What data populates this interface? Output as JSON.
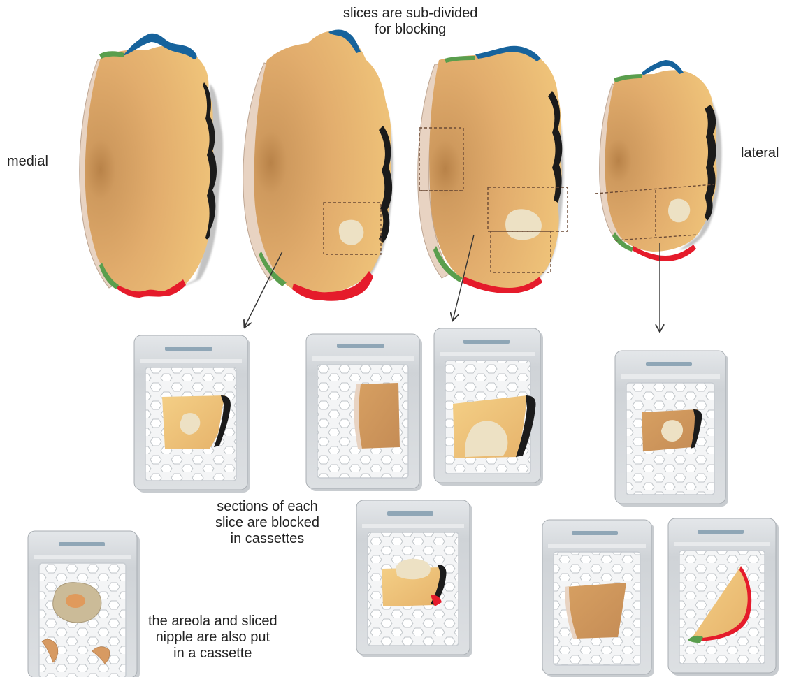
{
  "labels": {
    "top_caption": [
      "slices are sub-divided",
      "for blocking"
    ],
    "medial": "medial",
    "lateral": "lateral",
    "cassette_caption": [
      "sections of each",
      "slice are blocked",
      "in cassettes"
    ],
    "areola_caption": [
      "the areola and sliced",
      "nipple are also put",
      "in a cassette"
    ]
  },
  "colors": {
    "tissue": "#e3b06d",
    "tissue_dark": "#c98e57",
    "tissue_light": "#f2c87e",
    "lesion": "#ede1c4",
    "margin_superior": "#17639c",
    "margin_inferior": "#e51b2b",
    "margin_green": "#5a9e4d",
    "margin_posterior": "#1a1a1a",
    "skin": "#ead6c6",
    "cassette_frame": "#d9dcdf",
    "cassette_grid": "#f3f4f5",
    "cassette_hole": "#c3c7cb",
    "cassette_slot": "#8fa6b6"
  }
}
